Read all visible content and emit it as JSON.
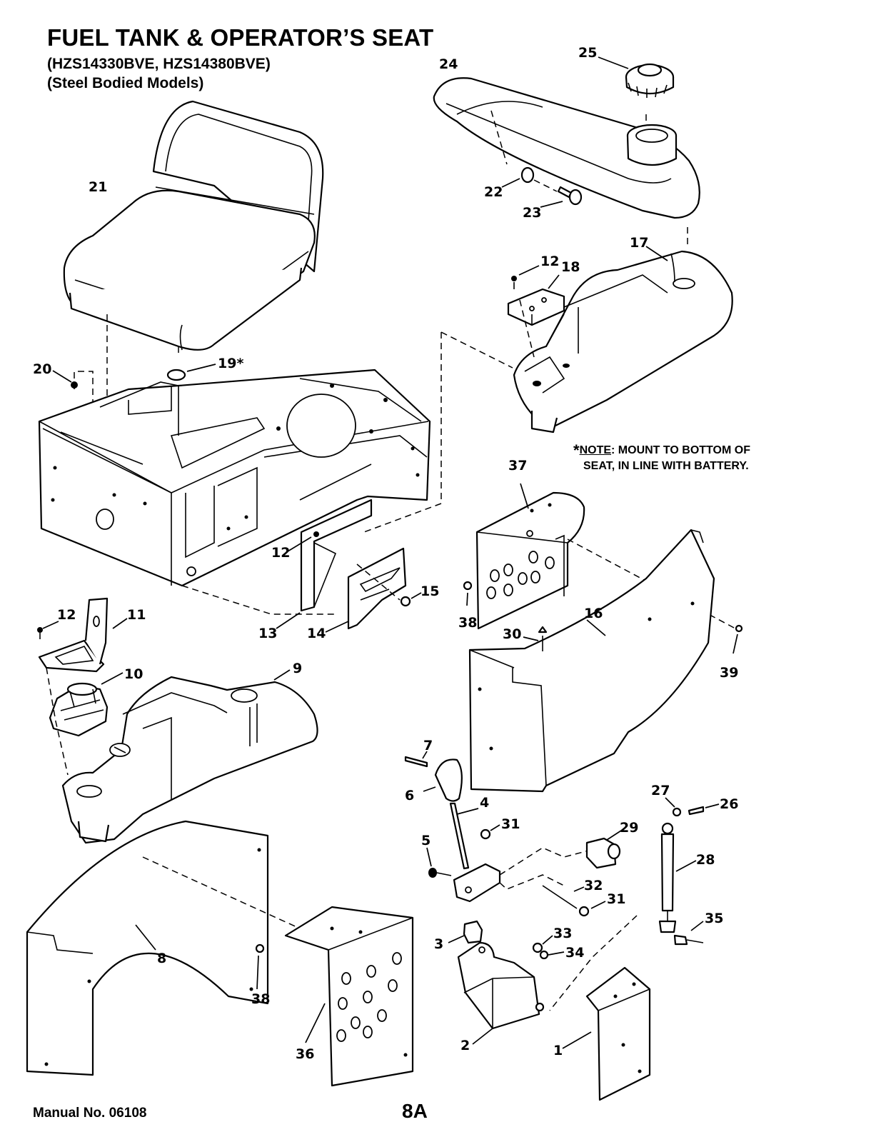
{
  "header": {
    "title": "FUEL TANK & OPERATOR’S SEAT",
    "models": "(HZS14330BVE, HZS14380BVE)",
    "variant": "(Steel Bodied Models)"
  },
  "note": {
    "marker": "*",
    "label": "NOTE",
    "line1_rest": ": MOUNT TO BOTTOM OF",
    "line2": "SEAT, IN LINE WITH BATTERY."
  },
  "footer": {
    "manual": "Manual No. 06108",
    "page": "8A"
  },
  "callouts": {
    "c1": "1",
    "c2": "2",
    "c3": "3",
    "c4": "4",
    "c5": "5",
    "c6": "6",
    "c7": "7",
    "c8": "8",
    "c9": "9",
    "c10": "10",
    "c11": "11",
    "c12a": "12",
    "c12b": "12",
    "c12c": "12",
    "c13": "13",
    "c14": "14",
    "c15": "15",
    "c16": "16",
    "c17": "17",
    "c18": "18",
    "c19": "19*",
    "c20": "20",
    "c21": "21",
    "c22": "22",
    "c23": "23",
    "c24": "24",
    "c25": "25",
    "c26": "26",
    "c27": "27",
    "c28": "28",
    "c29": "29",
    "c30": "30",
    "c31a": "31",
    "c31b": "31",
    "c32": "32",
    "c33": "33",
    "c34": "34",
    "c35": "35",
    "c36": "36",
    "c37": "37",
    "c38a": "38",
    "c38b": "38",
    "c39": "39"
  }
}
